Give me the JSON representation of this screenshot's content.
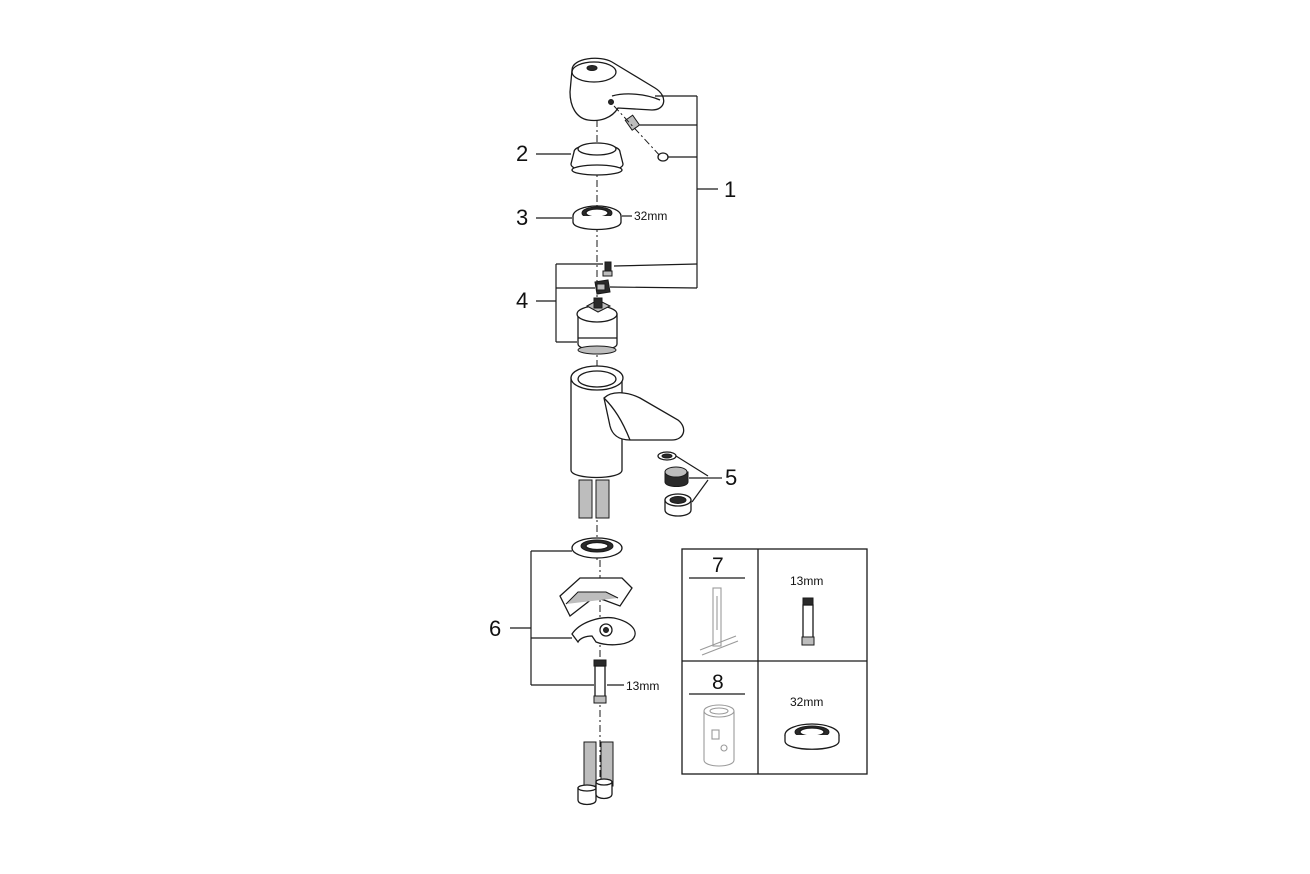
{
  "callouts": {
    "c1": "1",
    "c2": "2",
    "c3": "3",
    "c4": "4",
    "c5": "5",
    "c6": "6"
  },
  "dimensions": {
    "ring_nut_size": "32mm",
    "fixing_size": "13mm"
  },
  "tools_box": {
    "item7_number": "7",
    "item7_size": "13mm",
    "item8_number": "8",
    "item8_size": "32mm"
  }
}
